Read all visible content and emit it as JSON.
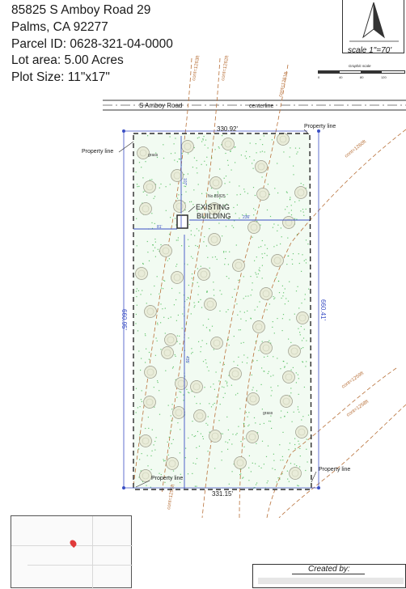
{
  "header": {
    "address": "85825 S Amboy Road 29",
    "city": "Palms, CA 92277",
    "parcel": "Parcel ID: 0628-321-04-0000",
    "lot_area": "Lot area: 5.00 Acres",
    "plot_size": "Plot Size: 11\"x17\""
  },
  "scale": {
    "label": "scale 1\"=70'",
    "graphic_label": "Graphic scale",
    "ticks": [
      "0",
      "40",
      "80",
      "120"
    ]
  },
  "road": {
    "name": "S Amboy Road",
    "centerline_label": "centerline"
  },
  "plan": {
    "dim_top": "330.92'",
    "dim_bottom": "331.15'",
    "dim_left": "660.95'",
    "dim_right": "660.41'",
    "dim_setback_top": "107'",
    "dim_setback_left": "81'",
    "dim_setback_right": "236'",
    "dim_setback_bottom": "435'",
    "building_label_1": "EXISTING",
    "building_label_2": "BUILDING",
    "building_number": "No 85825",
    "property_line_labels": [
      "Property line",
      "Property line",
      "Property line",
      "Property line"
    ],
    "grass_labels": [
      "grass",
      "grass"
    ],
    "contour_labels": [
      "cont=1263ft",
      "cont=1262ft",
      "cont=1261ft",
      "cont=1260ft",
      "cont=1259ft",
      "cont=1258ft",
      "cont=1255ft"
    ]
  },
  "footer": {
    "created_by": "Created by:"
  },
  "colors": {
    "boundary": "#2a2a2a",
    "setback": "#3b4fc4",
    "contour": "#b8713a",
    "grass": "#3cb54a",
    "tree_fill": "#e9ecd9",
    "tree_stroke": "#9a9a8a",
    "lot_fill": "#f2fbf2"
  }
}
